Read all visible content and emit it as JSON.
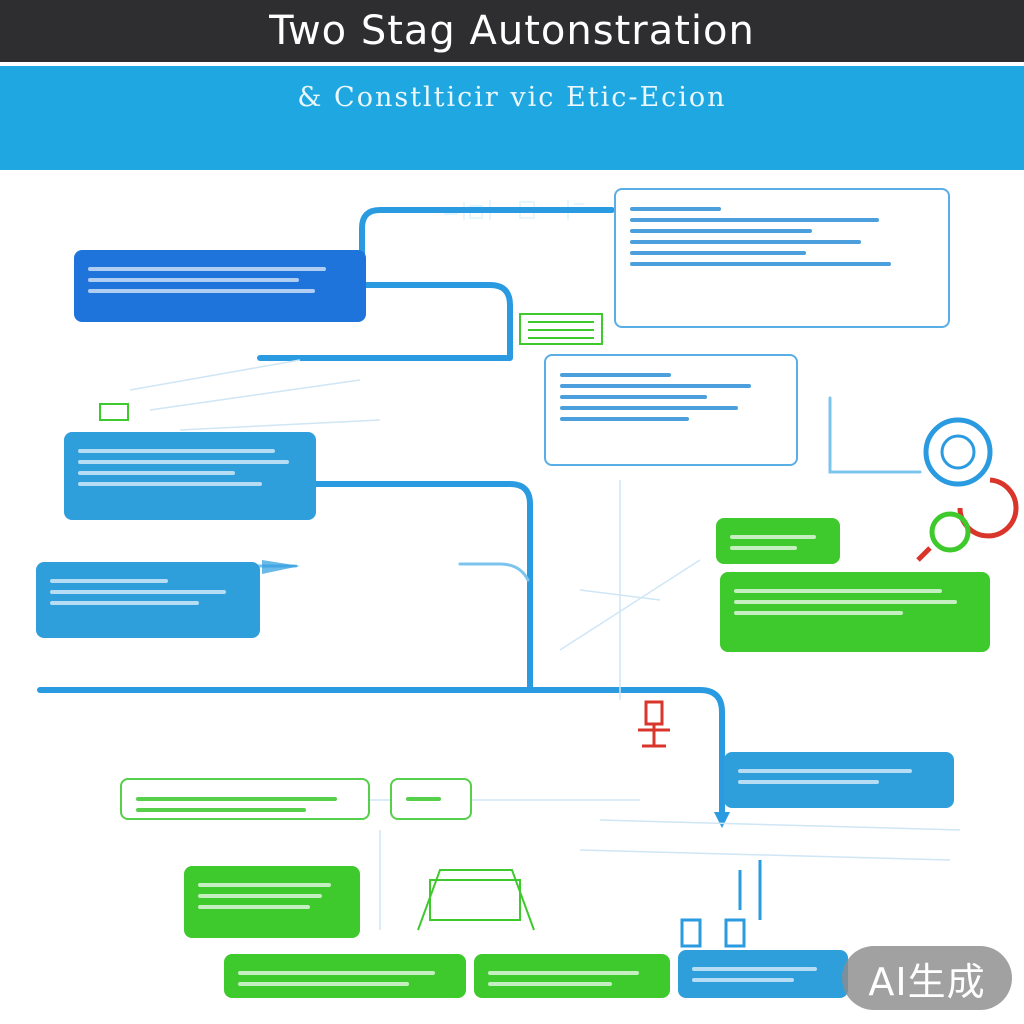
{
  "header": {
    "title": "Two Stag Autonstration",
    "subtitle": "& Constlticir vic Etic-Ecion"
  },
  "watermark": {
    "label": "AI生成"
  },
  "colors": {
    "header_dark": "#2e2e30",
    "header_band": "#1ea7e1",
    "node_blue": "#1f74db",
    "node_cyan": "#2f9fdc",
    "node_green": "#3ec92c",
    "connector": "#2a9be0",
    "accent_red": "#d9352b"
  },
  "icons": [
    "gear-cycle-icon",
    "valve-icon",
    "machine-icon"
  ]
}
